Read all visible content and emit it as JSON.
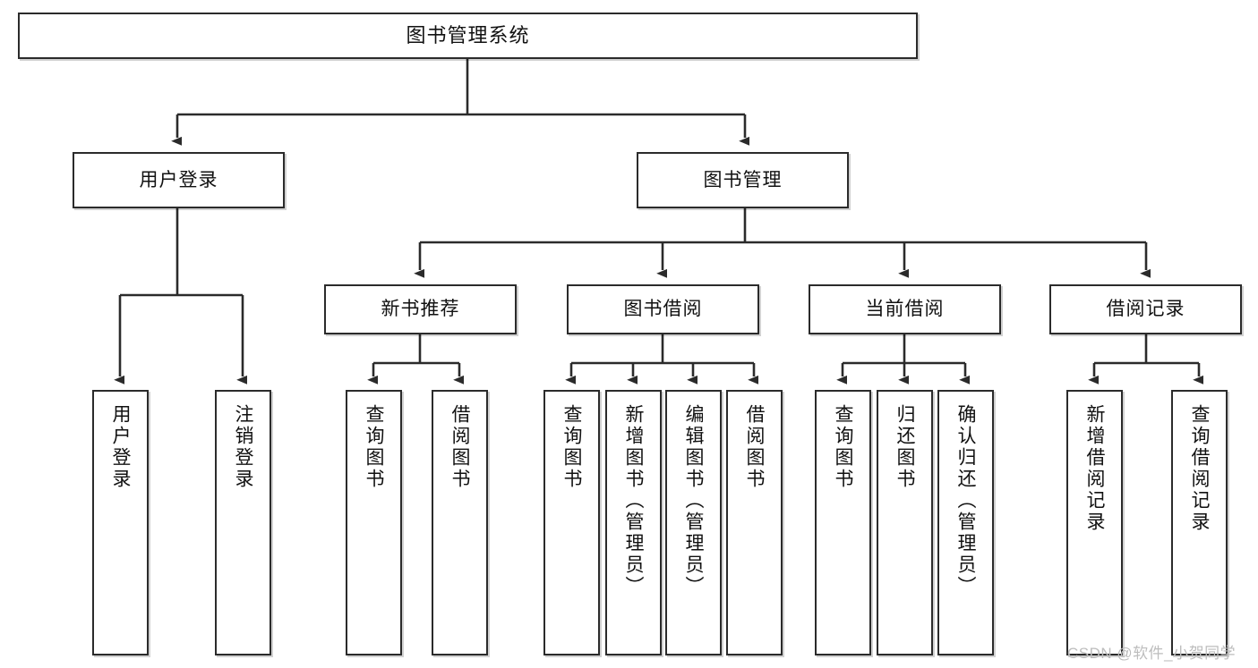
{
  "diagram": {
    "type": "tree",
    "title": "图书管理系统",
    "orientation": "top-down",
    "style": {
      "box_fill": "#ffffff",
      "box_stroke": "#2b2b2b",
      "edge_color": "#2b2b2b",
      "text_color": "#111111",
      "background": "#ffffff"
    },
    "nodes": {
      "root": {
        "label": "图书管理系统"
      },
      "level2": [
        {
          "id": "user-login",
          "label": "用户登录"
        },
        {
          "id": "book-manage",
          "label": "图书管理"
        }
      ],
      "level3": [
        {
          "id": "new-book-recommend",
          "label": "新书推荐"
        },
        {
          "id": "book-borrow",
          "label": "图书借阅"
        },
        {
          "id": "current-borrow",
          "label": "当前借阅"
        },
        {
          "id": "borrow-record",
          "label": "借阅记录"
        }
      ],
      "leaves": {
        "user-login": [
          {
            "id": "leaf-user-login",
            "label": "用户登录"
          },
          {
            "id": "leaf-logout",
            "label": "注销登录"
          }
        ],
        "new-book-recommend": [
          {
            "id": "leaf-query-book-1",
            "label": "查询图书"
          },
          {
            "id": "leaf-borrow-book-1",
            "label": "借阅图书"
          }
        ],
        "book-borrow": [
          {
            "id": "leaf-query-book-2",
            "label": "查询图书"
          },
          {
            "id": "leaf-add-book",
            "label": "新增图书（管理员）"
          },
          {
            "id": "leaf-edit-book",
            "label": "编辑图书（管理员）"
          },
          {
            "id": "leaf-borrow-book-2",
            "label": "借阅图书"
          }
        ],
        "current-borrow": [
          {
            "id": "leaf-query-book-3",
            "label": "查询图书"
          },
          {
            "id": "leaf-return-book",
            "label": "归还图书"
          },
          {
            "id": "leaf-confirm-return",
            "label": "确认归还（管理员）"
          }
        ],
        "borrow-record": [
          {
            "id": "leaf-add-record",
            "label": "新增借阅记录"
          },
          {
            "id": "leaf-query-record",
            "label": "查询借阅记录"
          }
        ]
      }
    },
    "edges": [
      {
        "from": "图书管理系统",
        "to": "用户登录"
      },
      {
        "from": "图书管理系统",
        "to": "图书管理"
      },
      {
        "from": "用户登录",
        "to": "用户登录"
      },
      {
        "from": "用户登录",
        "to": "注销登录"
      },
      {
        "from": "图书管理",
        "to": "新书推荐"
      },
      {
        "from": "图书管理",
        "to": "图书借阅"
      },
      {
        "from": "图书管理",
        "to": "当前借阅"
      },
      {
        "from": "图书管理",
        "to": "借阅记录"
      },
      {
        "from": "新书推荐",
        "to": "查询图书"
      },
      {
        "from": "新书推荐",
        "to": "借阅图书"
      },
      {
        "from": "图书借阅",
        "to": "查询图书"
      },
      {
        "from": "图书借阅",
        "to": "新增图书（管理员）"
      },
      {
        "from": "图书借阅",
        "to": "编辑图书（管理员）"
      },
      {
        "from": "图书借阅",
        "to": "借阅图书"
      },
      {
        "from": "当前借阅",
        "to": "查询图书"
      },
      {
        "from": "当前借阅",
        "to": "归还图书"
      },
      {
        "from": "当前借阅",
        "to": "确认归还（管理员）"
      },
      {
        "from": "借阅记录",
        "to": "新增借阅记录"
      },
      {
        "from": "借阅记录",
        "to": "查询借阅记录"
      }
    ]
  },
  "watermark": {
    "text": "CSDN @软件_小贺同学"
  }
}
